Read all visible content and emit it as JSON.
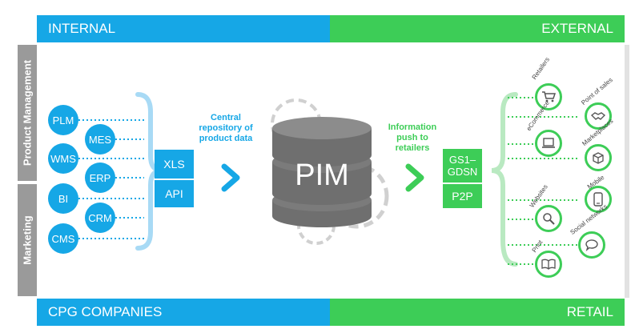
{
  "header": {
    "internal": "INTERNAL",
    "external": "EXTERNAL"
  },
  "footer": {
    "left": "CPG COMPANIES",
    "right": "RETAIL"
  },
  "side_labels": {
    "product_management": "Product Management",
    "marketing": "Marketing"
  },
  "internal_systems": [
    "PLM",
    "MES",
    "WMS",
    "ERP",
    "BI",
    "CRM",
    "CMS"
  ],
  "formats": {
    "top": "XLS",
    "bottom": "API"
  },
  "central_caption": "Central repository of product data",
  "pim_label": "PIM",
  "push_caption": "Information push to retailers",
  "outputs": {
    "top": "GS1–GDSN",
    "bottom": "P2P"
  },
  "channels": [
    "Retailers",
    "Point of sales",
    "eCommerce",
    "Marketplaces",
    "Mobile",
    "Websites",
    "Social networks",
    "Print"
  ],
  "colors": {
    "blue": "#16a7e6",
    "green": "#3dcd57",
    "gray": "#9a9a9a",
    "light_blue": "#a8daf5",
    "light_green": "#b9e9c1",
    "disk_gray": "#6f6f6f"
  },
  "icons": [
    "cart-icon",
    "handshake-icon",
    "laptop-icon",
    "box-icon",
    "phone-icon",
    "magnifier-icon",
    "speech-bubble-icon",
    "book-icon",
    "gear-icon"
  ]
}
